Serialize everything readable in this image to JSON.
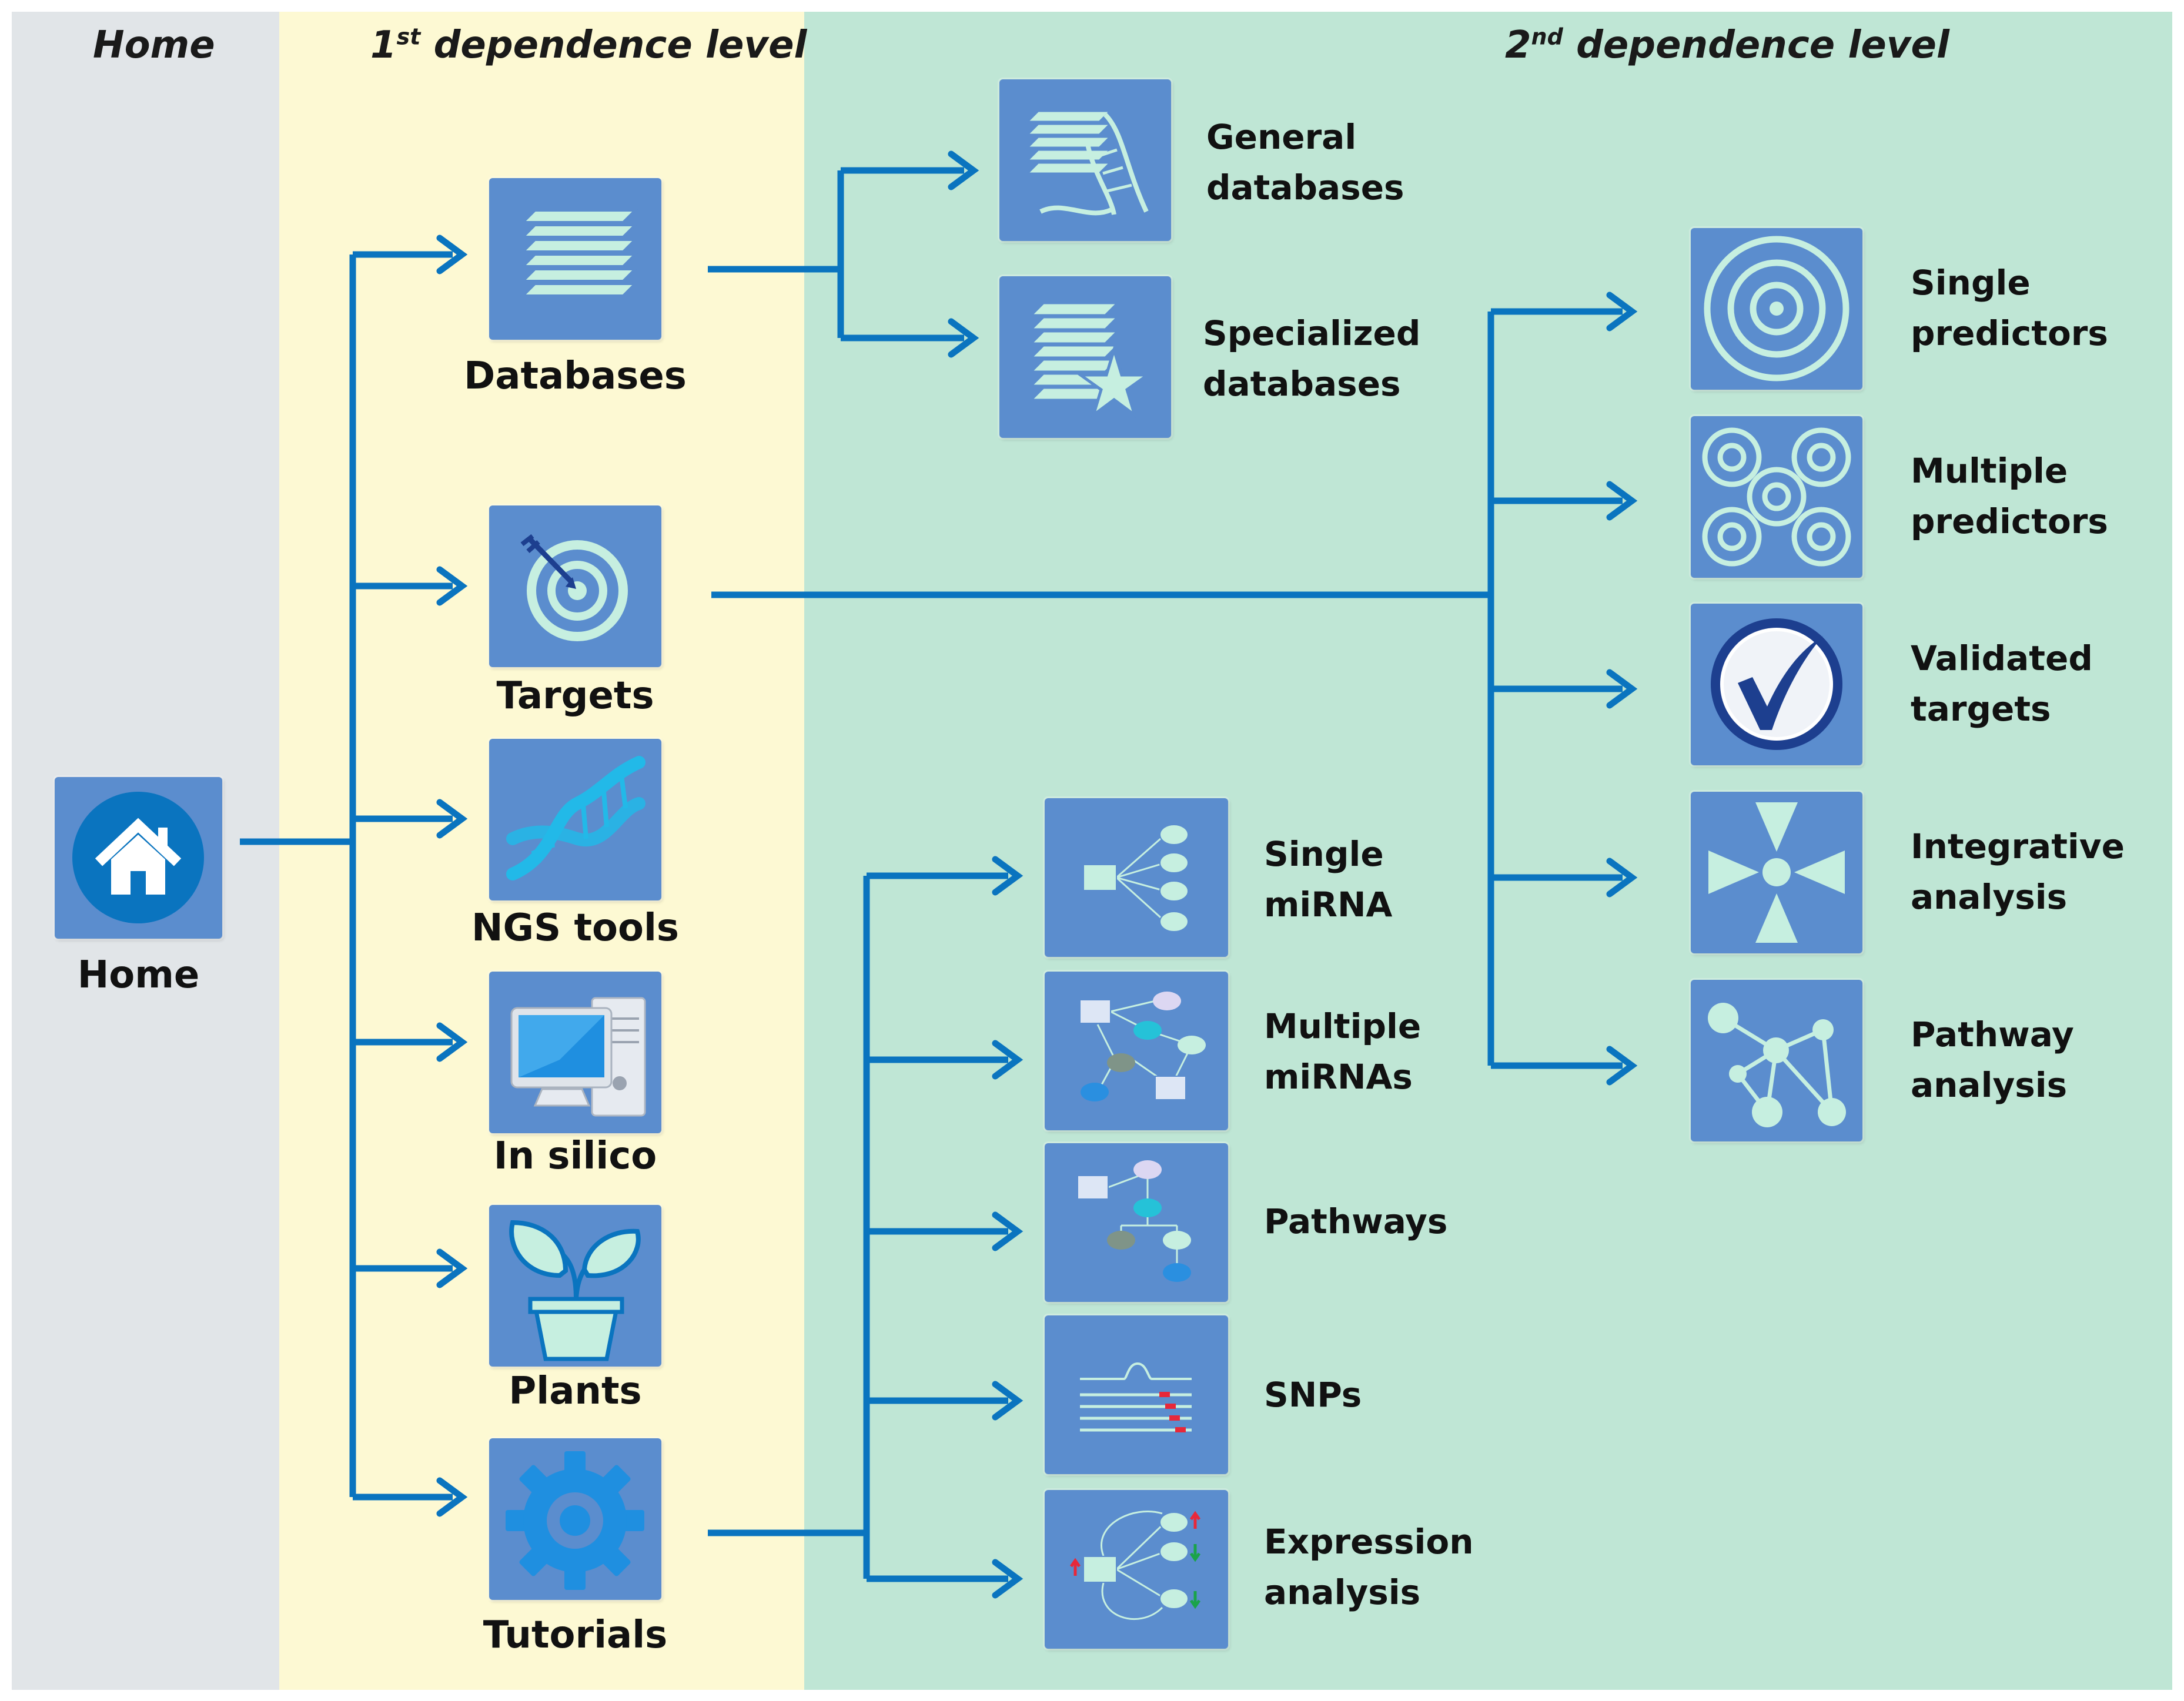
{
  "bands": {
    "home": {
      "title": "Home"
    },
    "level1": {
      "title_main": "1",
      "title_sup": "st",
      "title_rest": " dependence level"
    },
    "level2": {
      "title_main": "2",
      "title_sup": "nd",
      "title_rest": " dependence level"
    }
  },
  "home": {
    "label": "Home",
    "icon": "house-icon"
  },
  "level1": [
    {
      "id": "databases",
      "label": "Databases",
      "icon": "stacked-layers-icon"
    },
    {
      "id": "targets",
      "label": "Targets",
      "icon": "target-arrow-icon"
    },
    {
      "id": "ngs",
      "label": "NGS tools",
      "icon": "dna-helix-icon"
    },
    {
      "id": "insilico",
      "label": "In silico",
      "icon": "computer-icon"
    },
    {
      "id": "plants",
      "label": "Plants",
      "icon": "plant-pot-icon"
    },
    {
      "id": "tutorials",
      "label": "Tutorials",
      "icon": "gear-icon"
    }
  ],
  "databases_children": [
    {
      "id": "general",
      "line1": "General",
      "line2": "databases",
      "icon": "database-dna-icon"
    },
    {
      "id": "specialized",
      "line1": "Specialized",
      "line2": "databases",
      "icon": "database-star-icon"
    }
  ],
  "targets_children": [
    {
      "id": "single-predictors",
      "line1": "Single",
      "line2": "predictors",
      "icon": "single-target-icon"
    },
    {
      "id": "multiple-predictors",
      "line1": "Multiple",
      "line2": "predictors",
      "icon": "multiple-targets-icon"
    },
    {
      "id": "validated-targets",
      "line1": "Validated",
      "line2": "targets",
      "icon": "checkmark-icon"
    },
    {
      "id": "integrative-analysis",
      "line1": "Integrative",
      "line2": "analysis",
      "icon": "converging-triangles-icon"
    },
    {
      "id": "pathway-analysis",
      "line1": "Pathway",
      "line2": "analysis",
      "icon": "network-nodes-icon"
    }
  ],
  "tutorials_children": [
    {
      "id": "single-mirna",
      "line1": "Single",
      "line2": "miRNA",
      "icon": "single-mirna-graph-icon"
    },
    {
      "id": "multiple-mirnas",
      "line1": "Multiple",
      "line2": "miRNAs",
      "icon": "multiple-mirna-graph-icon"
    },
    {
      "id": "pathways",
      "line1": "Pathways",
      "line2": "",
      "icon": "pathway-graph-icon"
    },
    {
      "id": "snps",
      "line1": "SNPs",
      "line2": "",
      "icon": "snp-alignment-icon"
    },
    {
      "id": "expression-analysis",
      "line1": "Expression",
      "line2": "analysis",
      "icon": "expression-graph-icon"
    }
  ],
  "colors": {
    "arrow": "#0a74bf",
    "tile": "#5b8dce",
    "glyph": "#c6efe0",
    "band_home": "#e1e5e8",
    "band_level1": "#fdf9d3",
    "band_level2": "#bfe6d5"
  }
}
